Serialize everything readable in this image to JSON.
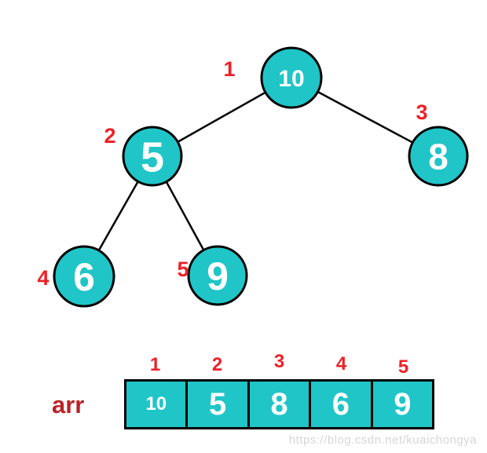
{
  "colors": {
    "node_fill": "#20c5c7",
    "outline_black": "#000000",
    "index_red": "#ee2027",
    "arr_label_red": "#b92227",
    "value_white": "#ffffff",
    "watermark_gray": "#d6d6d6",
    "background": "#ffffff"
  },
  "tree": {
    "nodes": [
      {
        "value": "10",
        "index_label": "1"
      },
      {
        "value": "5",
        "index_label": "2"
      },
      {
        "value": "8",
        "index_label": "3"
      },
      {
        "value": "6",
        "index_label": "4"
      },
      {
        "value": "9",
        "index_label": "5"
      }
    ],
    "edges": [
      {
        "from": "10",
        "to": "5"
      },
      {
        "from": "10",
        "to": "8"
      },
      {
        "from": "5",
        "to": "6"
      },
      {
        "from": "5",
        "to": "9"
      }
    ]
  },
  "array": {
    "label": "arr",
    "indices": [
      "1",
      "2",
      "3",
      "4",
      "5"
    ],
    "values": [
      "10",
      "5",
      "8",
      "6",
      "9"
    ]
  },
  "watermark": "https://blog.csdn.net/kuaichongya"
}
